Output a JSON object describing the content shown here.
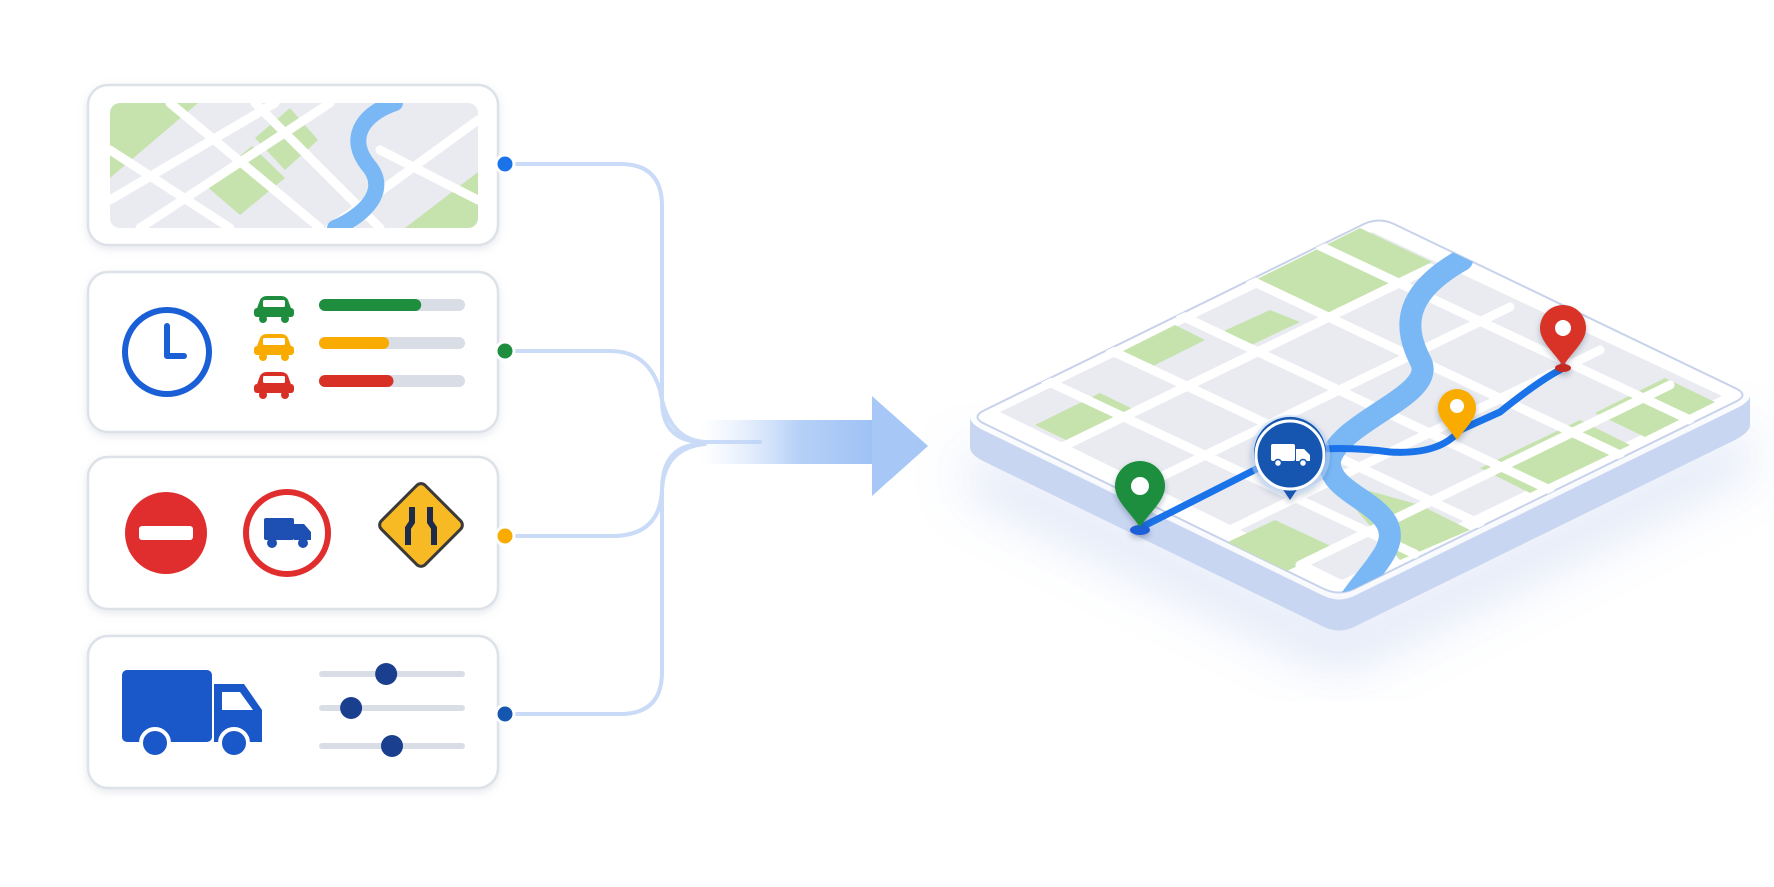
{
  "colors": {
    "primary_blue": "#1a73e8",
    "dark_blue": "#1557b0",
    "green": "#1e8e3e",
    "amber": "#f9ab00",
    "red": "#d93025",
    "park_green": "#c6e3ad",
    "water_blue": "#7ab8f5",
    "map_gray": "#e8eaf0",
    "card_border": "#dde1e8",
    "connector": "#c6d9f7"
  },
  "cards": [
    {
      "id": "map-data",
      "icons": [
        "map-thumbnail-icon"
      ],
      "connector_color": "#1a73e8"
    },
    {
      "id": "traffic-data",
      "icons": [
        "clock-icon",
        "car-icon"
      ],
      "traffic_levels": [
        {
          "color": "#1e8e3e",
          "fill_fraction": 0.7
        },
        {
          "color": "#f9ab00",
          "fill_fraction": 0.48
        },
        {
          "color": "#d93025",
          "fill_fraction": 0.51
        }
      ],
      "connector_color": "#1e8e3e"
    },
    {
      "id": "road-restrictions",
      "icons": [
        "no-entry-icon",
        "no-trucks-icon",
        "road-narrows-icon"
      ],
      "connector_color": "#f9ab00"
    },
    {
      "id": "vehicle-profile",
      "icons": [
        "truck-icon",
        "slider-icon"
      ],
      "slider_levels": [
        0.46,
        0.22,
        0.5
      ],
      "connector_color": "#1557b0"
    }
  ],
  "route": {
    "stops": [
      {
        "kind": "origin",
        "color": "#1e8e3e"
      },
      {
        "kind": "vehicle",
        "color": "#1557b0"
      },
      {
        "kind": "waypoint",
        "color": "#f9ab00"
      },
      {
        "kind": "destination",
        "color": "#d93025"
      }
    ]
  }
}
